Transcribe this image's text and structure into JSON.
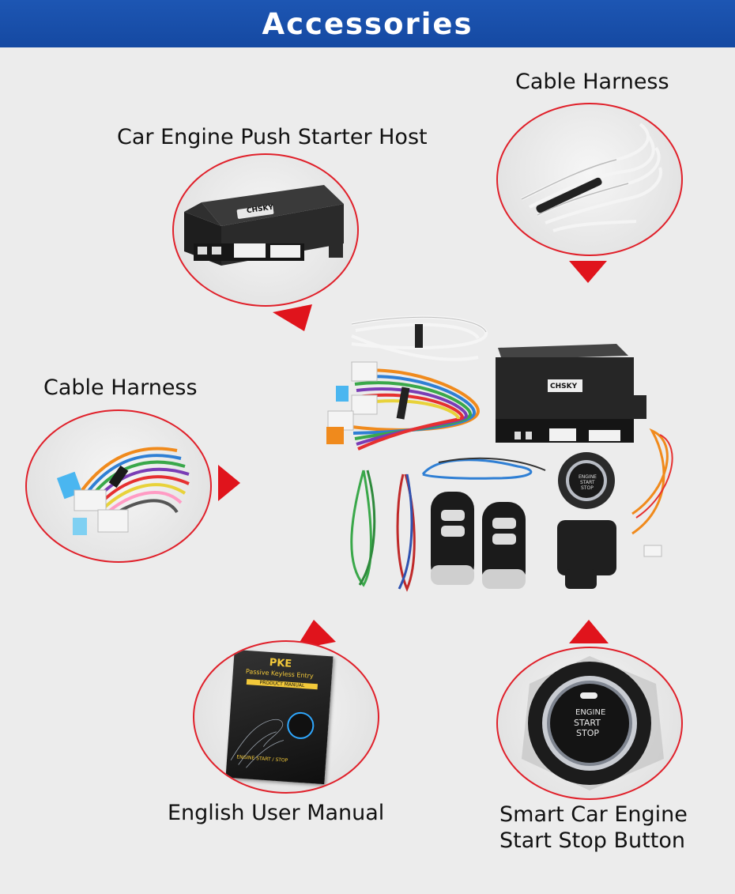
{
  "header": {
    "title": "Accessories"
  },
  "items": {
    "host": {
      "label": "Car Engine Push Starter Host",
      "brand": "CHSKY"
    },
    "harness_top": {
      "label": "Cable Harness"
    },
    "harness_left": {
      "label": "Cable Harness"
    },
    "manual": {
      "label": "English User Manual",
      "cover_title": "PKE",
      "cover_subtitle": "Passive Keyless Entry",
      "cover_band": "PRODUCT MANUAL",
      "cover_caption": "ENGINE START / STOP"
    },
    "button": {
      "label_line1": "Smart Car Engine",
      "label_line2": "Start Stop Button",
      "face_line1": "ENGINE",
      "face_line2": "START",
      "face_line3": "STOP"
    }
  },
  "center": {
    "brand": "CHSKY",
    "button_face": [
      "ENGINE",
      "START",
      "STOP"
    ]
  },
  "colors": {
    "banner": "#1d56b3",
    "accent": "#e0202a",
    "background": "#ececec"
  }
}
